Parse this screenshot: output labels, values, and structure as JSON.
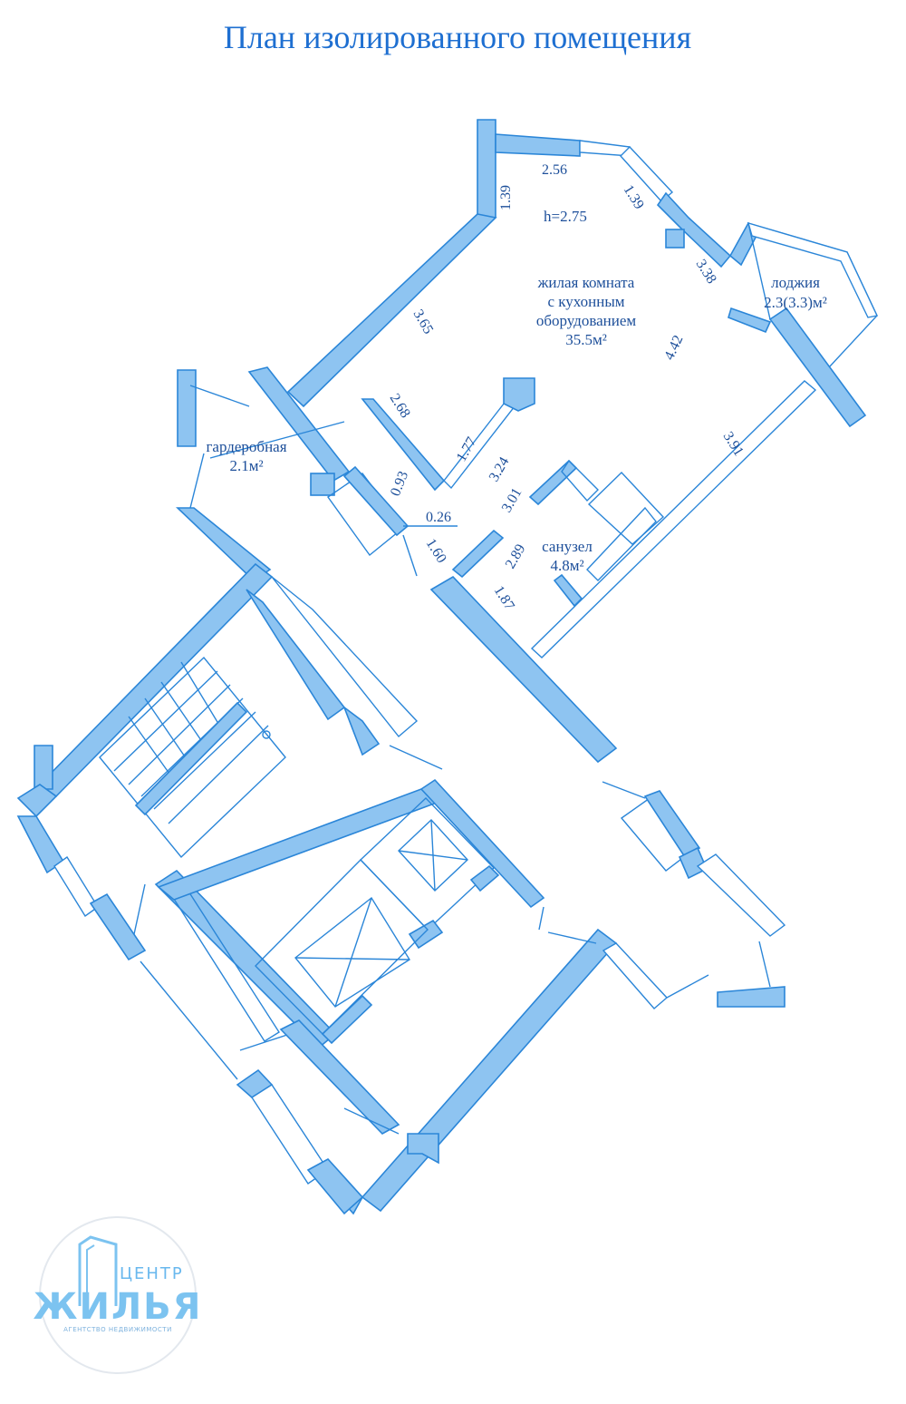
{
  "title": "План изолированного помещения",
  "rooms": {
    "living_line1": "жилая комната",
    "living_line2": "с кухонным",
    "living_line3": "оборудованием",
    "living_area": "35.5м²",
    "wardrobe_name": "гардеробная",
    "wardrobe_area": "2.1м²",
    "bath_name": "санузел",
    "bath_area": "4.8м²",
    "loggia_name": "лоджия",
    "loggia_area": "2.3(3.3)м²",
    "height": "h=2.75"
  },
  "dimensions": {
    "d256": "2.56",
    "d139a": "1.39",
    "d139b": "1.39",
    "d338": "3.38",
    "d365": "3.65",
    "d442": "4.42",
    "d391": "3.91",
    "d268": "2.68",
    "d177": "1.77",
    "d324": "3.24",
    "d093": "0.93",
    "d026": "0.26",
    "d301": "3.01",
    "d160": "1.60",
    "d289": "2.89",
    "d187": "1.87"
  },
  "logo": {
    "small": "ЦЕНТР",
    "big": "ЖИЛЬЯ",
    "tagline": "АГЕНТСТВО НЕДВИЖИМОСТИ"
  },
  "colors": {
    "wall_fill": "#8ec4f1",
    "line": "#2b86d8",
    "title": "#1e6fd1"
  }
}
